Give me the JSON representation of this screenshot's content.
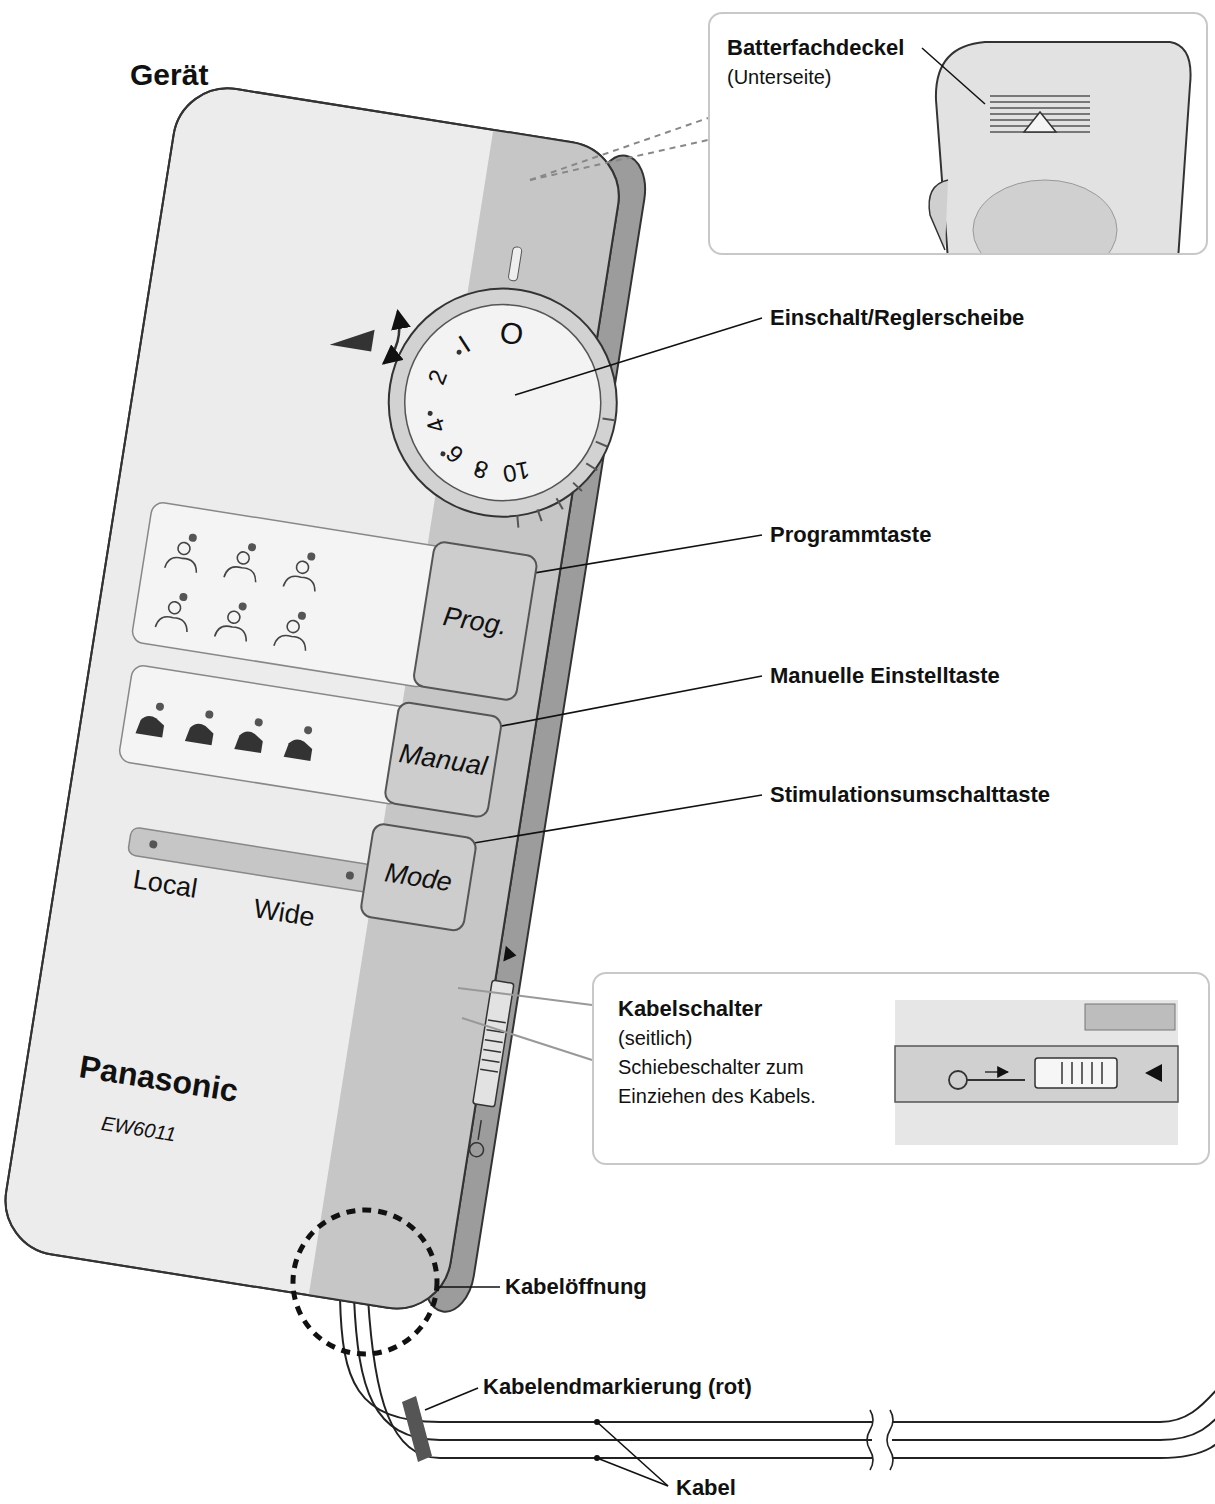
{
  "diagram": {
    "title": "Gerät",
    "nodes": [
      {
        "text": [
          "Batterfachdeckel",
          "(Unterseite)"
        ]
      },
      {
        "text": [
          "Prog."
        ]
      },
      {
        "text": [
          "Manual"
        ]
      },
      {
        "text": [
          "Mode"
        ]
      },
      {
        "text": [
          "Kabelschalter",
          "(seitlich)",
          "Schiebeschalter zum Einziehen des Kabels."
        ]
      }
    ],
    "labels": [
      "Einschalt/Reglerscheibe",
      "Programmtaste",
      "Manuelle Einstelltaste",
      "Stimulationsumschalttaste",
      "Kabelöffnung",
      "Kabelendmarkierung (rot)",
      "Kabel",
      "O",
      "I",
      "2",
      "4",
      "6",
      "8",
      "10",
      "Local",
      "Wide",
      "Panasonic",
      "EW6011"
    ]
  }
}
